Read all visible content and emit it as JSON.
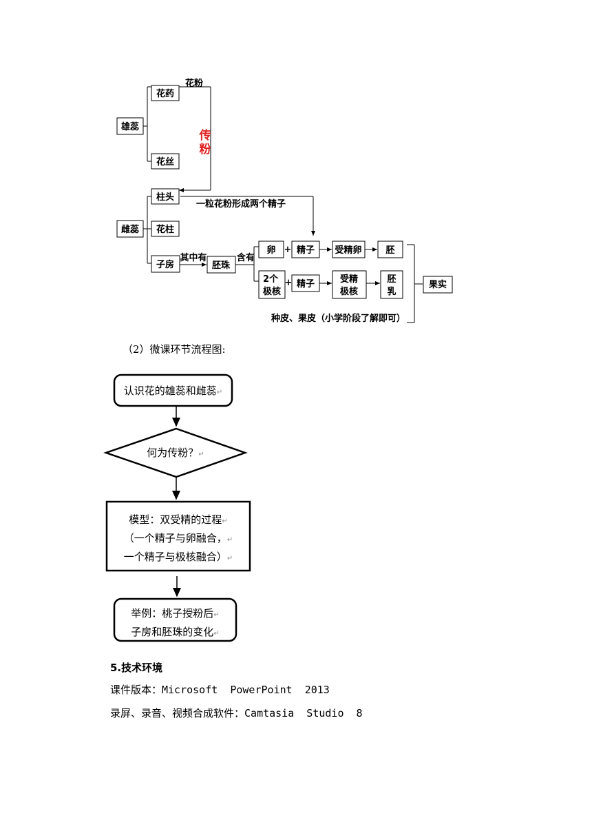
{
  "diagram1": {
    "stamen": "雄蕊",
    "anther": "花药",
    "filament": "花丝",
    "pollen": "花粉",
    "pollination": "传粉",
    "pistil": "雌蕊",
    "stigma": "柱头",
    "style": "花柱",
    "ovary": "子房",
    "one_pollen_note": "一粒花粉形成两个精子",
    "contains_1": "其中有",
    "ovule": "胚珠",
    "contains_2": "含有",
    "egg": "卵",
    "plus1": "+",
    "sperm1": "精子",
    "fertilized_egg": "受精卵",
    "embryo": "胚",
    "polar_nuclei_line1": "2个",
    "polar_nuclei_line2": "极核",
    "plus2": "+",
    "sperm2": "精子",
    "fertilized_polar_line1": "受精",
    "fertilized_polar_line2": "极核",
    "endosperm_line1": "胚",
    "endosperm_line2": "乳",
    "fruit": "果实",
    "seedcoat_note": "种皮、果皮（小学阶段了解即可）"
  },
  "caption": "（2）微课环节流程图:",
  "flow": {
    "step1": "认识花的雄蕊和雌蕊",
    "step2": "何为传粉？",
    "step3_line1": "模型：双受精的过程",
    "step3_line2": "（一个精子与卵融合，",
    "step3_line3": "一个精子与极核融合）",
    "step4_line1": "举例：桃子授粉后",
    "step4_line2": "子房和胚珠的变化",
    "return_mark": "↵"
  },
  "section": {
    "title": "5.技术环境",
    "courseware": "课件版本：Microsoft  PowerPoint  2013",
    "software": "录屏、录音、视频合成软件：Camtasia  Studio  8"
  }
}
